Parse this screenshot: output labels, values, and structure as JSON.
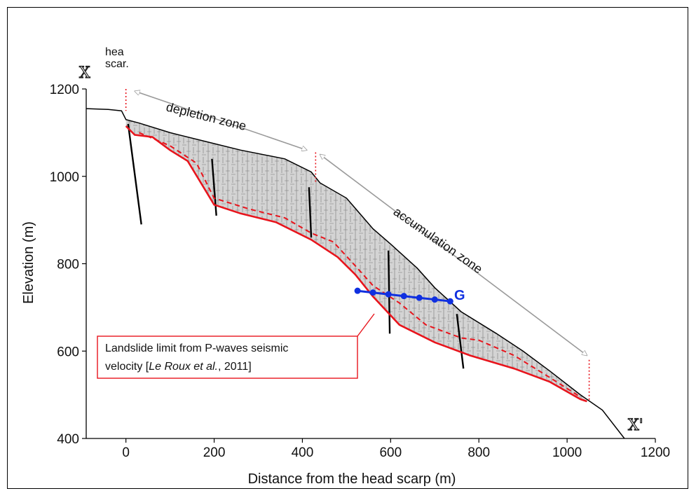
{
  "chart_data": {
    "type": "cross-section",
    "xlabel": "Distance from the head scarp (m)",
    "ylabel": "Elevation (m)",
    "xlim": [
      -90,
      1200
    ],
    "ylim": [
      400,
      1200
    ],
    "x_ticks": [
      0,
      200,
      400,
      600,
      800,
      1000,
      1200
    ],
    "y_ticks": [
      400,
      600,
      800,
      1000,
      1200
    ],
    "section_start": "X",
    "section_end": "X'",
    "head_scarp_label": [
      "hea",
      "scar."
    ],
    "zones": [
      {
        "name": "depletion zone",
        "from": 0,
        "to": 430
      },
      {
        "name": "accumulation zone",
        "from": 430,
        "to": 1050
      }
    ],
    "surface_profile": [
      [
        -90,
        1155
      ],
      [
        -40,
        1153
      ],
      [
        -10,
        1150
      ],
      [
        0,
        1130
      ],
      [
        30,
        1122
      ],
      [
        100,
        1100
      ],
      [
        200,
        1075
      ],
      [
        260,
        1060
      ],
      [
        360,
        1040
      ],
      [
        420,
        1010
      ],
      [
        440,
        985
      ],
      [
        500,
        950
      ],
      [
        560,
        880
      ],
      [
        600,
        845
      ],
      [
        660,
        790
      ],
      [
        700,
        745
      ],
      [
        760,
        690
      ],
      [
        840,
        640
      ],
      [
        900,
        600
      ],
      [
        960,
        555
      ],
      [
        1030,
        500
      ],
      [
        1080,
        465
      ],
      [
        1130,
        400
      ]
    ],
    "landslide_base_profile": [
      [
        0,
        1115
      ],
      [
        20,
        1095
      ],
      [
        60,
        1090
      ],
      [
        100,
        1060
      ],
      [
        140,
        1035
      ],
      [
        200,
        935
      ],
      [
        260,
        915
      ],
      [
        340,
        895
      ],
      [
        420,
        855
      ],
      [
        480,
        815
      ],
      [
        520,
        775
      ],
      [
        560,
        725
      ],
      [
        620,
        660
      ],
      [
        700,
        620
      ],
      [
        780,
        590
      ],
      [
        880,
        560
      ],
      [
        960,
        530
      ],
      [
        1030,
        490
      ],
      [
        1045,
        485
      ]
    ],
    "seismic_limit_profile": [
      [
        30,
        1100
      ],
      [
        100,
        1070
      ],
      [
        160,
        1030
      ],
      [
        200,
        950
      ],
      [
        280,
        925
      ],
      [
        360,
        905
      ],
      [
        420,
        870
      ],
      [
        470,
        850
      ],
      [
        520,
        795
      ],
      [
        560,
        750
      ],
      [
        620,
        710
      ],
      [
        680,
        660
      ],
      [
        760,
        630
      ],
      [
        800,
        625
      ],
      [
        880,
        590
      ],
      [
        960,
        540
      ],
      [
        1030,
        495
      ]
    ],
    "faults": [
      [
        [
          5,
          1120
        ],
        [
          35,
          890
        ]
      ],
      [
        [
          195,
          1040
        ],
        [
          205,
          910
        ]
      ],
      [
        [
          415,
          975
        ],
        [
          420,
          860
        ]
      ],
      [
        [
          595,
          830
        ],
        [
          598,
          640
        ]
      ],
      [
        [
          750,
          685
        ],
        [
          765,
          560
        ]
      ]
    ],
    "profile_G": {
      "label": "G",
      "points": [
        [
          525,
          738
        ],
        [
          560,
          734
        ],
        [
          595,
          730
        ],
        [
          630,
          726
        ],
        [
          665,
          722
        ],
        [
          700,
          718
        ],
        [
          735,
          714
        ]
      ]
    },
    "annotation": {
      "text_line1": "Landslide limit from P-waves seismic",
      "text_line2_prefix": "velocity [",
      "text_line2_italic": "Le Roux et al.",
      "text_line2_suffix": ", 2011]"
    },
    "colors": {
      "landslide_fill": "#d9d9d9",
      "landslide_limit": "#e8141c",
      "profile_G": "#1030e0",
      "zone_arrow": "#9a9a9a",
      "annotation_border": "#e8141c"
    }
  }
}
